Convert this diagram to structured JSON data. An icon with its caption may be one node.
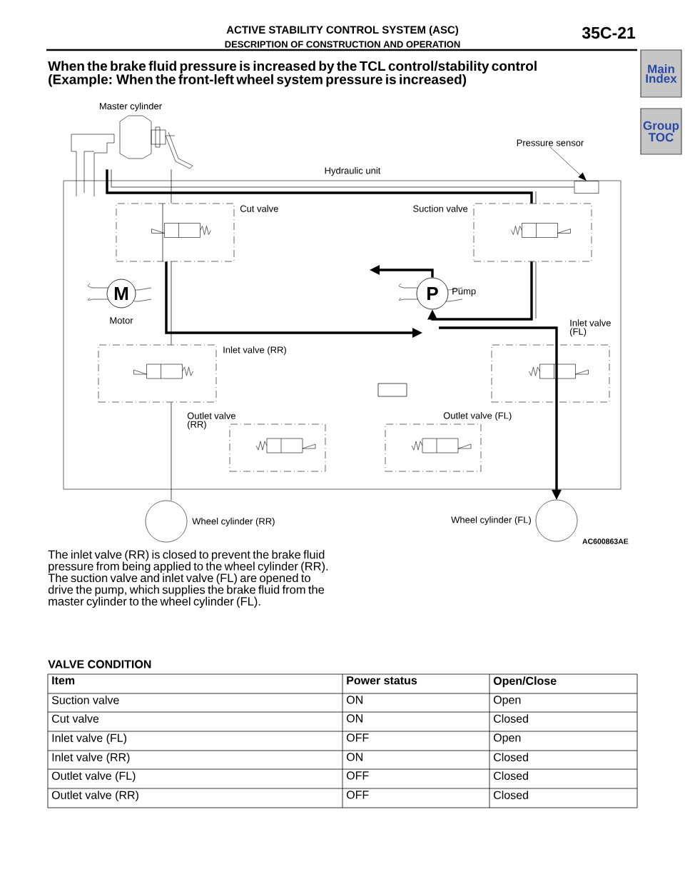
{
  "diagram": {
    "title": "When the brake fluid pressure is increased by the TCL control/stability control (Example: When the front-left wheel system pressure is increased)",
    "nodes": [
      {
        "text": [
          "Main Index"
        ]
      },
      {
        "text": [
          "Group TOC"
        ]
      },
      {
        "text": [
          "Pressure sensor"
        ]
      },
      {
        "text": [
          "Hydraulic unit"
        ]
      },
      {
        "text": [],
        "shape": "box",
        "in": 3
      },
      {
        "text": [
          "Cut valve"
        ],
        "in": 3
      },
      {
        "text": [
          "Suction valve"
        ],
        "in": 3
      },
      {
        "text": [
          "M"
        ],
        "beside": [
          "Motor"
        ],
        "in": 3
      },
      {
        "text": [
          "P"
        ],
        "beside": [
          "Pump"
        ],
        "in": 3
      },
      {
        "text": [
          "Inlet valve (FL)"
        ],
        "in": 3
      },
      {
        "text": [
          "Inlet valve (RR)"
        ],
        "in": 3
      },
      {
        "text": [
          "Outlet valve (RR)"
        ],
        "in": 3
      },
      {
        "text": [
          "Outlet valve (FL)"
        ],
        "in": 3
      },
      {
        "text": [],
        "shape": "circle",
        "beside": [
          "Wheel cylinder (RR)"
        ]
      },
      {
        "text": [],
        "shape": "circle",
        "beside": [
          "Wheel cylinder (FL)"
        ]
      },
      {
        "text": [
          "Master cylinder"
        ]
      }
    ],
    "edges": [
      {
        "from": 2,
        "to": 4,
        "arrow": "to"
      },
      {
        "from": 15,
        "to": 6,
        "arrow": "none",
        "style": "thick"
      },
      {
        "from": 6,
        "to": 8,
        "arrow": "to",
        "style": "thick"
      },
      {
        "from": 8,
        "to": null,
        "arrow": "to",
        "style": "thick"
      },
      {
        "from": 5,
        "to": 8,
        "arrow": "to",
        "style": "thick"
      },
      {
        "from": null,
        "to": 14,
        "arrow": "to",
        "style": "thick"
      },
      {
        "from": 15,
        "to": 4,
        "arrow": "none"
      },
      {
        "from": 15,
        "to": 5,
        "arrow": "none"
      },
      {
        "from": 5,
        "to": 10,
        "arrow": "none"
      },
      {
        "from": 10,
        "to": 13,
        "arrow": "none"
      }
    ],
    "labels": [
      "ACTIVE STABILITY CONTROL SYSTEM (ASC)",
      "DESCRIPTION OF CONSTRUCTION AND OPERATION",
      "35C-21",
      "AC600863AE",
      "The inlet valve (RR) is closed to prevent the brake fluid pressure from being applied to the wheel cylinder (RR). The suction valve and inlet valve (FL) are opened to drive the pump, which supplies the brake fluid from the master cylinder to the wheel cylinder (FL).",
      "VALVE CONDITION",
      "Item",
      "Power status",
      "Open/Close",
      "Suction valve",
      "ON",
      "Open",
      "Cut valve",
      "ON",
      "Closed",
      "Inlet valve (FL)",
      "OFF",
      "Open",
      "Inlet valve (RR)",
      "ON",
      "Closed",
      "Outlet valve (FL)",
      "OFF",
      "Closed",
      "Outlet valve (RR)",
      "OFF",
      "Closed"
    ]
  }
}
